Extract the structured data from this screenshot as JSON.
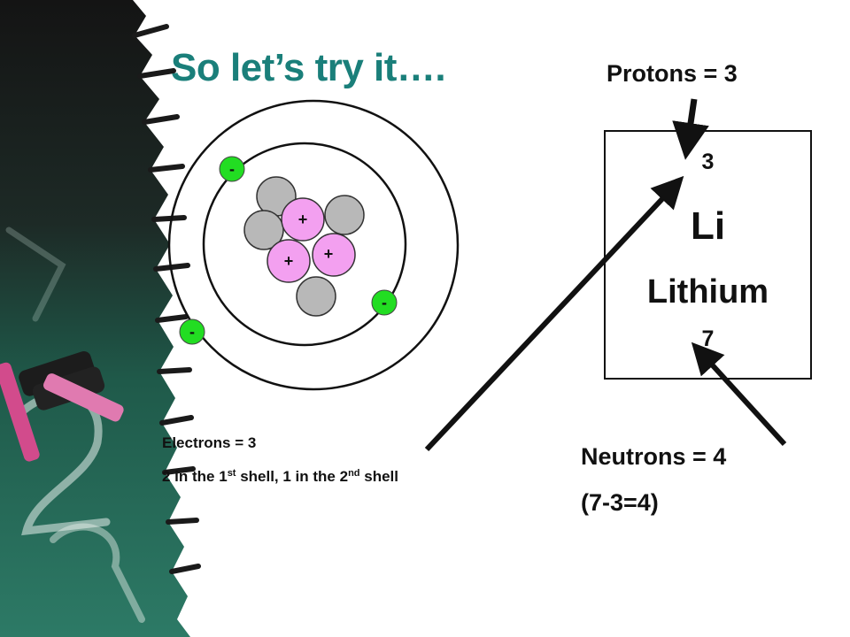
{
  "slide": {
    "title": "So let’s try it….",
    "protons_label": "Protons = 3",
    "electrons_label": "Electrons = 3",
    "shells": {
      "part1": "2 in the 1",
      "sup1": "st",
      "part2": " shell, 1 in the 2",
      "sup2": "nd",
      "part3": " shell"
    },
    "neutrons_label": "Neutrons = 4",
    "neutrons_calc": "(7-3=4)"
  },
  "element": {
    "atomic_number": "3",
    "symbol": "Li",
    "name": "Lithium",
    "mass_number": "7"
  },
  "atom": {
    "proton_sign": "+",
    "electron_sign": "-",
    "proton_color": "#f3a0f0",
    "neutron_color": "#b8b8b8",
    "electron_color": "#22dd22"
  }
}
